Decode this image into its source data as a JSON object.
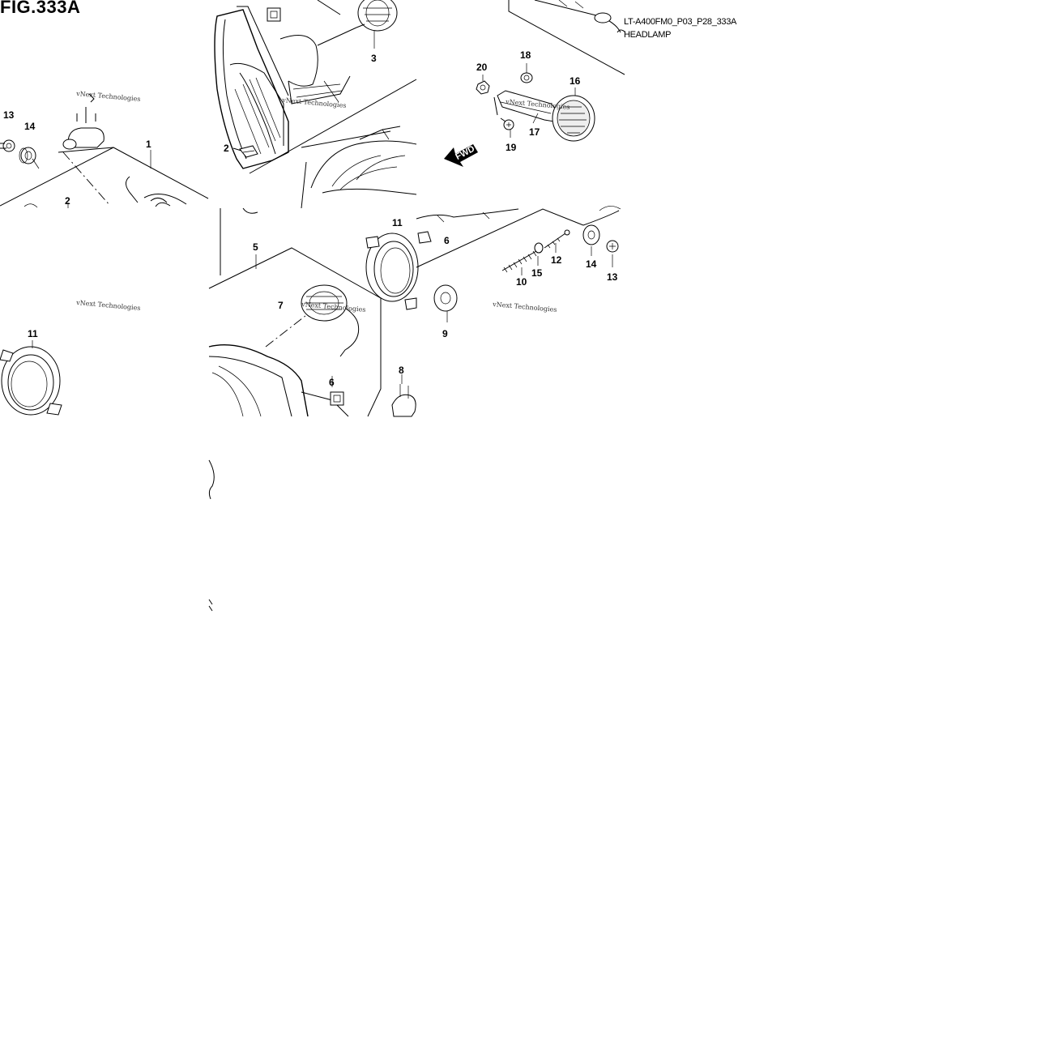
{
  "figure": {
    "title": "FIG.333A",
    "code": "LT-A400FM0_P03_P28_333A",
    "caption": "HEADLAMP"
  },
  "watermark": "vNext Technologies",
  "direction_label": "FWD",
  "callouts": {
    "c1": "1",
    "c2a": "2",
    "c2b": "2",
    "c3": "3",
    "c5": "5",
    "c6a": "6",
    "c6b": "6",
    "c7": "7",
    "c8": "8",
    "c9": "9",
    "c10": "10",
    "c11a": "11",
    "c11b": "11",
    "c12": "12",
    "c13a": "13",
    "c13b": "13",
    "c14a": "14",
    "c14b": "14",
    "c15": "15",
    "c16": "16",
    "c17": "17",
    "c18": "18",
    "c19": "19",
    "c20": "20"
  },
  "colors": {
    "ink": "#000000",
    "paper": "#ffffff",
    "watermark": "#333333"
  }
}
